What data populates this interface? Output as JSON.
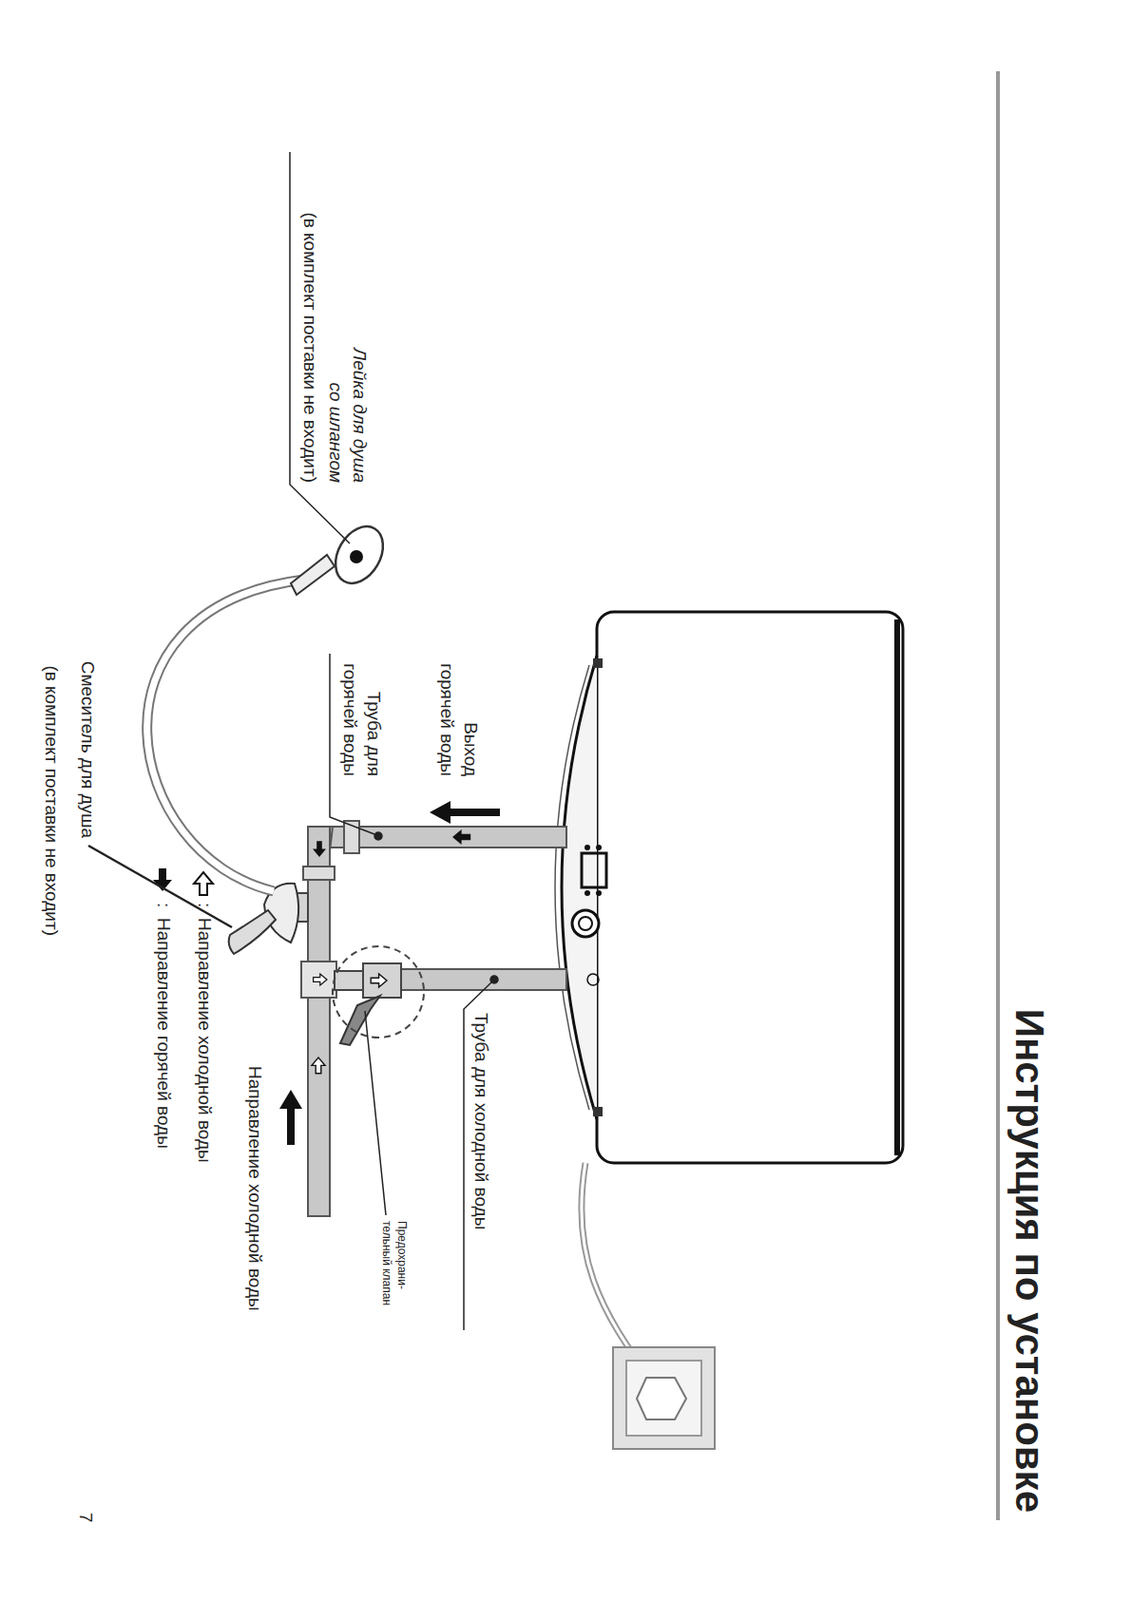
{
  "diagram": {
    "title": "Инструкция по установке",
    "labels": [
      "Лейка для душа со шлангом",
      "(в комплект поставки не входит)",
      "Выход горячей воды",
      "Труба для горячей воды",
      "Труба для холодной воды",
      "Предохрани- тельный клапан",
      "Направление холодной воды",
      "Смеситель для душа",
      "(в комплект поставки не входит)",
      ":",
      ":",
      "7"
    ],
    "legend": [
      {
        "text": "Направление холодной воды"
      },
      {
        "text": "Направление горячей воды"
      }
    ]
  }
}
